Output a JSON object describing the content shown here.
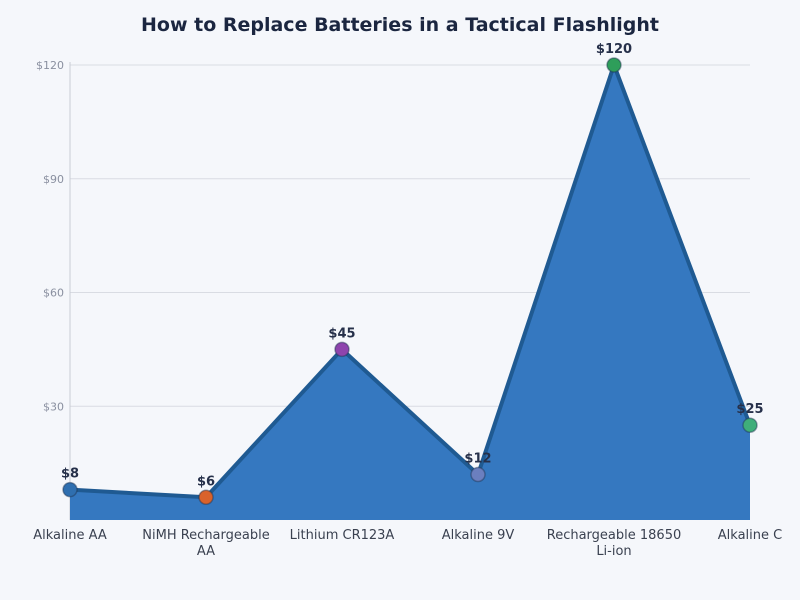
{
  "chart_data": {
    "type": "area",
    "title": "How to Replace Batteries in a Tactical Flashlight",
    "xlabel": "",
    "ylabel": "",
    "categories": [
      "Alkaline AA",
      "NiMH Rechargeable AA",
      "Lithium CR123A",
      "Alkaline 9V",
      "Rechargeable 18650 Li-ion",
      "Alkaline C"
    ],
    "category_lines": [
      [
        "Alkaline AA"
      ],
      [
        "NiMH Rechargeable",
        "AA"
      ],
      [
        "Lithium CR123A"
      ],
      [
        "Alkaline 9V"
      ],
      [
        "Rechargeable 18650",
        "Li-ion"
      ],
      [
        "Alkaline C"
      ]
    ],
    "values": [
      8,
      6,
      45,
      12,
      120,
      25
    ],
    "data_labels": [
      "$8",
      "$6",
      "$45",
      "$12",
      "$120",
      "$25"
    ],
    "marker_colors": [
      "#2f6fb0",
      "#d9622b",
      "#8e44ad",
      "#6b7fbf",
      "#2e9e5a",
      "#3fae7a"
    ],
    "ylim": [
      0,
      120
    ],
    "yticks": [
      30,
      60,
      90,
      120
    ],
    "ytick_labels": [
      "$30",
      "$60",
      "$90",
      "$120"
    ],
    "grid": true,
    "legend": "none",
    "fill_color": "#3578c0",
    "line_color": "#1f5a92"
  }
}
